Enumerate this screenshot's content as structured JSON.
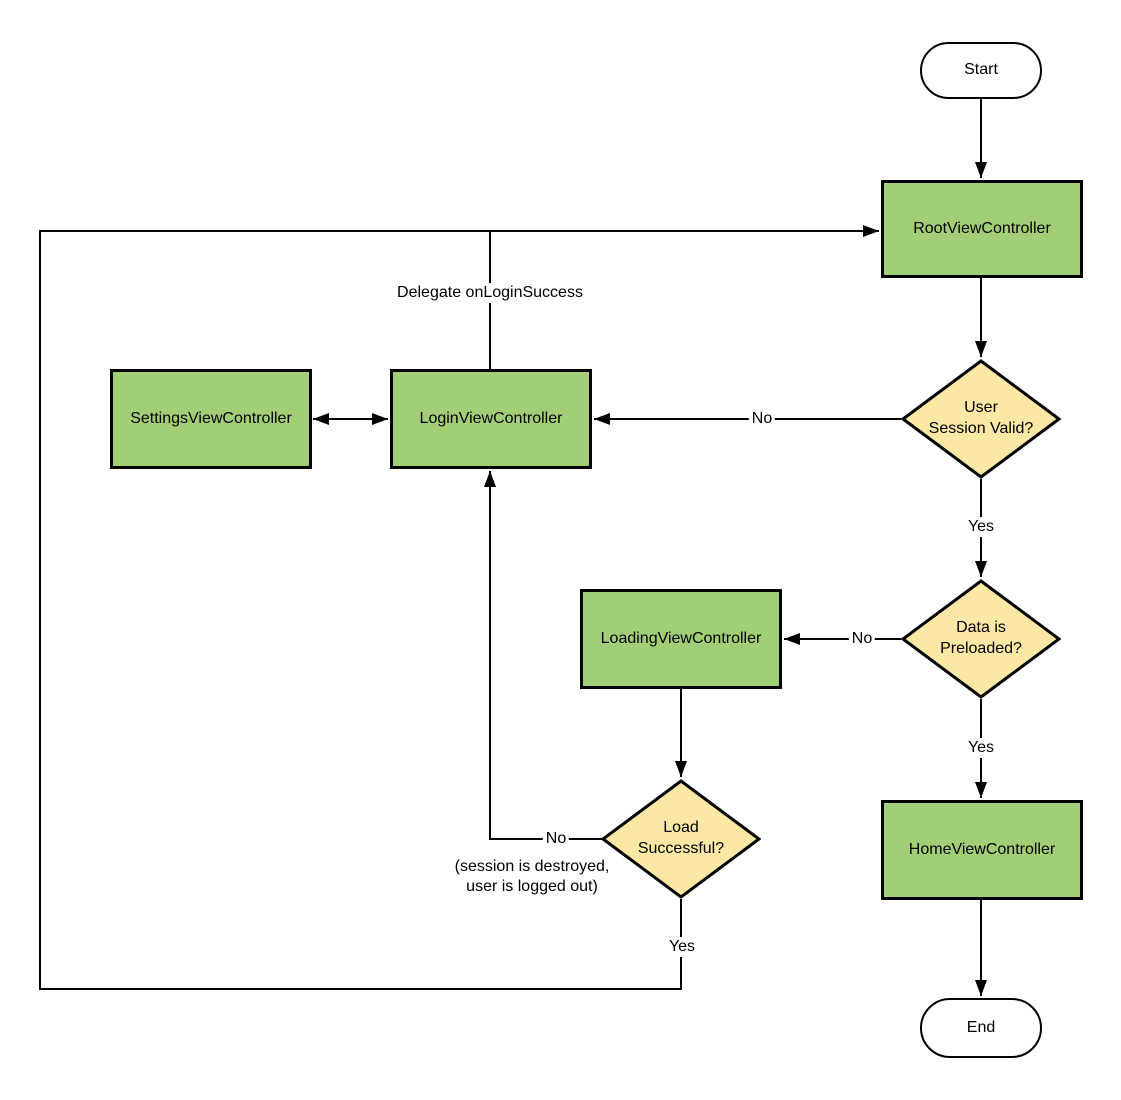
{
  "diagram": {
    "colors": {
      "background": "#FFFFFF",
      "process_fill": "#A3CE78",
      "decision_fill": "#FBE8A4",
      "terminator_fill": "#FFFFFF",
      "shape_border": "#000000",
      "line": "#000000",
      "text": "#000000"
    },
    "nodes": {
      "start": {
        "type": "terminator",
        "label": "Start"
      },
      "root": {
        "type": "process",
        "label": "RootViewController"
      },
      "session_valid": {
        "type": "decision",
        "label": "User\nSession Valid?"
      },
      "settings": {
        "type": "process",
        "label": "SettingsViewController"
      },
      "login": {
        "type": "process",
        "label": "LoginViewController"
      },
      "preloaded": {
        "type": "decision",
        "label": "Data is\nPreloaded?"
      },
      "loading": {
        "type": "process",
        "label": "LoadingViewController"
      },
      "load_successful": {
        "type": "decision",
        "label": "Load\nSuccessful?"
      },
      "home": {
        "type": "process",
        "label": "HomeViewController"
      },
      "end": {
        "type": "terminator",
        "label": "End"
      }
    },
    "edge_labels": {
      "delegate": "Delegate onLoginSuccess",
      "session_no": "No",
      "session_yes": "Yes",
      "preloaded_no": "No",
      "preloaded_yes": "Yes",
      "load_no": "No",
      "load_no_note": "(session is destroyed,\nuser is logged out)",
      "load_yes": "Yes"
    }
  }
}
